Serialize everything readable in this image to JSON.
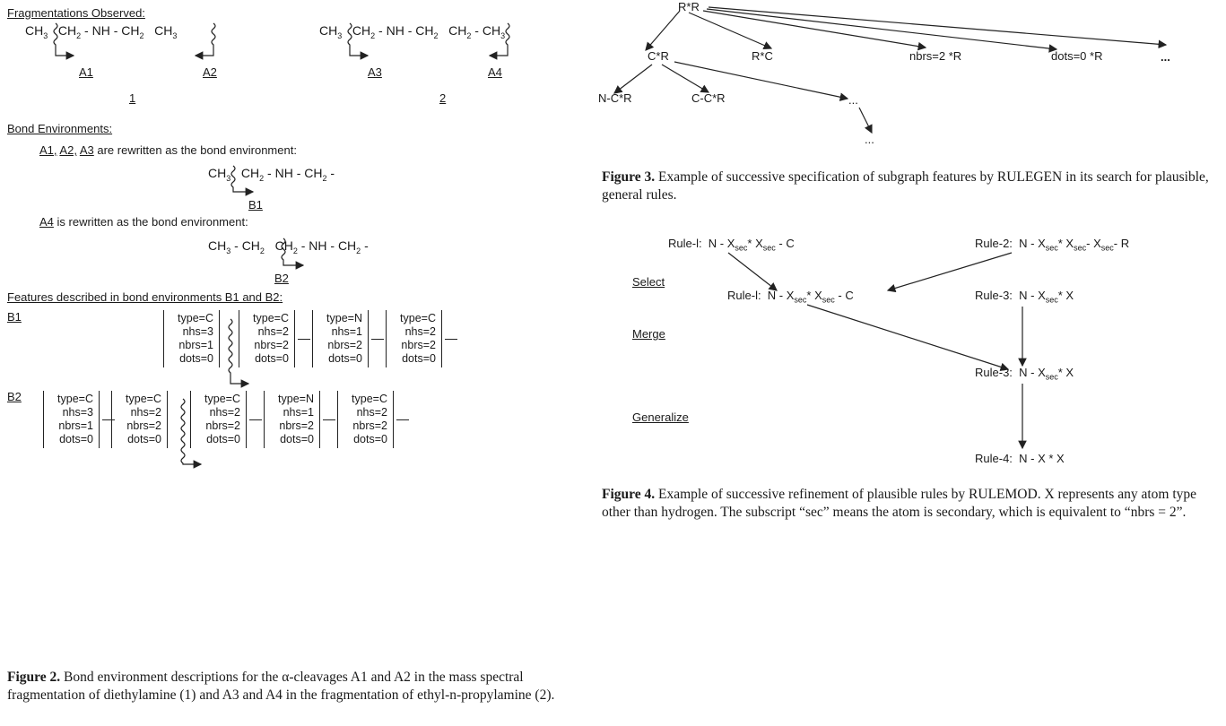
{
  "fig2": {
    "fragmentations_header": "Fragmentations Observed:",
    "mol1": {
      "parts": [
        "CH3",
        "CH2",
        "-",
        "NH",
        "-",
        "CH2",
        "CH3"
      ],
      "label": "1"
    },
    "mol2": {
      "parts": [
        "CH3",
        "CH2",
        "-",
        "NH",
        "-",
        "CH2",
        "CH2",
        "-",
        "CH3"
      ],
      "label": "2"
    },
    "cleavages": [
      "A1",
      "A2",
      "A3",
      "A4"
    ],
    "bond_env_header": "Bond Environments:",
    "rewrite1_text": "are rewritten as the bond environment:",
    "rewrite1_labels": [
      "A1,",
      "A2,",
      "A3"
    ],
    "env_b1": "CH3 CH2 - NH - CH2 -",
    "env_b1_label": "B1",
    "rewrite2_label": "A4",
    "rewrite2_text": "is rewritten as the bond environment:",
    "env_b2": "CH3 - CH2 CH2 - NH - CH2 -",
    "env_b2_label": "B2",
    "features_header": "Features described in bond environments B1 and B2:",
    "b1_label": "B1",
    "b1_atoms": [
      [
        "type=C",
        "nhs=3",
        "nbrs=1",
        "dots=0"
      ],
      [
        "type=C",
        "nhs=2",
        "nbrs=2",
        "dots=0"
      ],
      [
        "type=N",
        "nhs=1",
        "nbrs=2",
        "dots=0"
      ],
      [
        "type=C",
        "nhs=2",
        "nbrs=2",
        "dots=0"
      ]
    ],
    "b2_label": "B2",
    "b2_atoms": [
      [
        "type=C",
        "nhs=3",
        "nbrs=1",
        "dots=0"
      ],
      [
        "type=C",
        "nhs=2",
        "nbrs=2",
        "dots=0"
      ],
      [
        "type=C",
        "nhs=2",
        "nbrs=2",
        "dots=0"
      ],
      [
        "type=N",
        "nhs=1",
        "nbrs=2",
        "dots=0"
      ],
      [
        "type=C",
        "nhs=2",
        "nbrs=2",
        "dots=0"
      ]
    ],
    "caption_label": "Figure 2.",
    "caption_text": "Bond environment descriptions for the α-cleavages A1 and A2 in the mass spectral fragmentation of diethylamine (1) and A3 and A4 in the fragmentation of ethyl-n-propylamine (2)."
  },
  "fig3": {
    "root": "R*R",
    "level1": [
      "C*R",
      "R*C",
      "nbrs=2 *R",
      "dots=0 *R",
      "..."
    ],
    "level2": [
      "N-C*R",
      "C-C*R",
      "..."
    ],
    "level3": [
      "..."
    ],
    "caption_label": "Figure 3.",
    "caption_text": "Example of successive specification of subgraph features by RULEGEN in its search for plausible, general rules."
  },
  "fig4": {
    "steps": [
      "Select",
      "Merge",
      "Generalize"
    ],
    "rules": {
      "r1_top": "Rule-1:  N - Xsec* Xsec - C",
      "r2_top": "Rule-2:  N - Xsec* Xsec- Xsec- R",
      "r1_mid": "Rule-1:  N - Xsec* Xsec - C",
      "r3_mid": "Rule-3:  N - Xsec* X",
      "r3_low": "Rule-3:  N - Xsec* X",
      "r4": "Rule-4:  N - X * X"
    },
    "caption_label": "Figure 4.",
    "caption_text": "Example of successive refinement of plausible rules by RULEMOD. X represents any atom type other than hydrogen. The subscript “sec” means the atom is secondary, which is equivalent to “nbrs = 2”."
  }
}
